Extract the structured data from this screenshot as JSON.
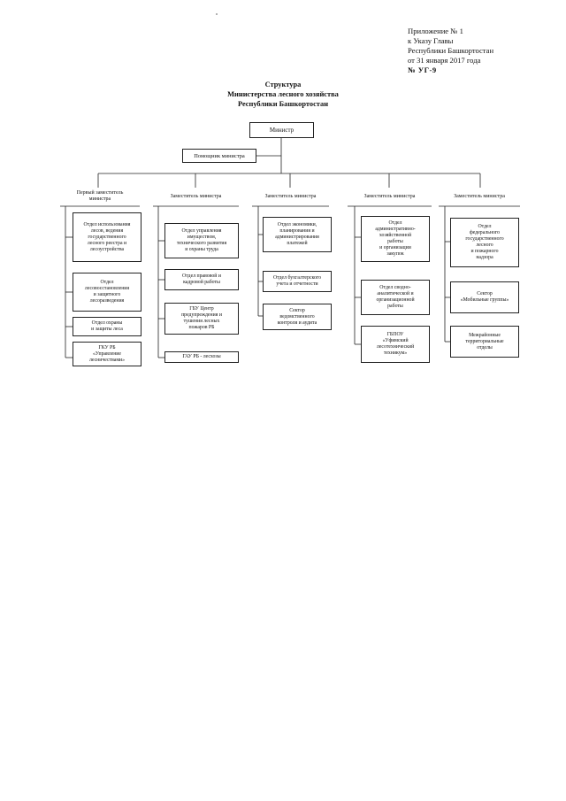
{
  "header": {
    "line1": "Приложение № 1",
    "line2": "к Указу Главы",
    "line3": "Республики Башкортостан",
    "line4": "от 31 января 2017 года",
    "line5": "№ УГ-9"
  },
  "title": {
    "line1": "Структура",
    "line2": "Министерства лесного хозяйства",
    "line3": "Республики Башкортостан"
  },
  "minister": "Министр",
  "assistant": "Помощник министра",
  "columns": [
    {
      "head": "Первый заместитель\nминистра",
      "units": [
        "Отдел использования\nлесов, ведения\nгосударственного\nлесного реестра и\nлесоустройства",
        "Отдел\nлесовосстановления\nи защитного\nлесоразведения",
        "Отдел охраны\nи защиты леса",
        "ГКУ РБ\n«Управление\nлесничествами»"
      ]
    },
    {
      "head": "Заместитель министра",
      "units": [
        "Отдел управления\nимуществом,\nтехнического развития\nи охраны труда",
        "Отдел правовой и\nкадровой работы",
        "ГБУ Центр\nпредупреждения и\nтушения лесных\nпожаров РБ",
        "ГАУ РБ - лесхозы"
      ]
    },
    {
      "head": "Заместитель министра",
      "units": [
        "Отдел экономики,\nпланирования и\nадминистрирования\nплатежей",
        "Отдел бухгалтерского\nучета и отчетности",
        "Сектор\nведомственного\nконтроля и аудита"
      ]
    },
    {
      "head": "Заместитель министра",
      "units": [
        "Отдел\nадминистративно-\nхозяйственной\nработы\nи организации\nзакупок",
        "Отдел сводно-\nаналитической и\nорганизационной\nработы",
        "ГБПОУ\n«Уфимский\nлесотехнический\nтехникум»"
      ]
    },
    {
      "head": "Заместитель министра",
      "units": [
        "Отдел\nфедерального\nгосударственного\nлесного\nи пожарного\nнадзора",
        "Сектор\n«Мобильные группы»",
        "Межрайонные\nтерриториальные\nотделы"
      ]
    }
  ]
}
